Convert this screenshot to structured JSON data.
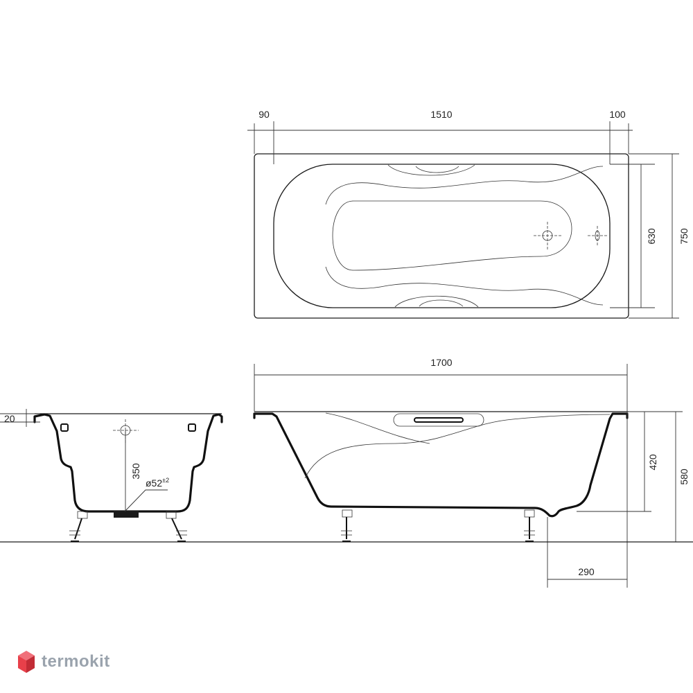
{
  "top_view": {
    "dims": {
      "left_rim": "90",
      "inner_length": "1510",
      "right_rim": "100",
      "inner_width": "630",
      "outer_width": "750"
    }
  },
  "side_view": {
    "dims": {
      "length": "1700",
      "inner_depth": "420",
      "total_height": "580",
      "drain_offset": "290"
    }
  },
  "end_view": {
    "dims": {
      "rim": "20",
      "drain_height": "350",
      "drain_diameter": "ø52",
      "drain_tolerance": "±2"
    }
  },
  "logo": {
    "text": "termokit",
    "colors": {
      "top": "#f0707a",
      "left": "#e8404a",
      "right": "#c22c36"
    }
  }
}
